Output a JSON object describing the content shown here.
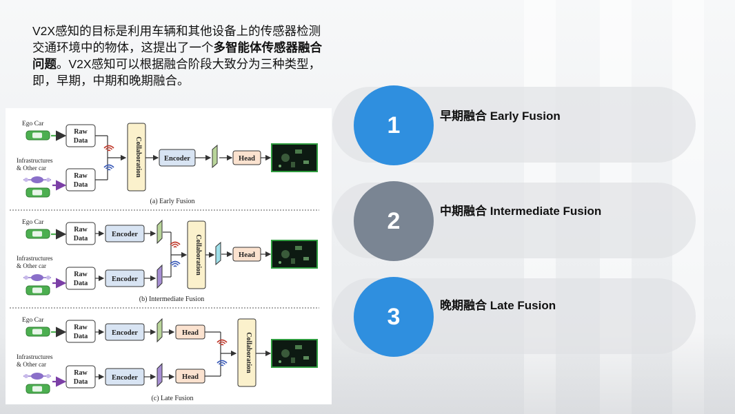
{
  "intro": {
    "part1": "V2X感知的目标是利用车辆和其他设备上的传感器检测交通环境中的物体，这提出了一个",
    "bold": "多智能体传感器融合问题",
    "part2": "。V2X感知可以根据融合阶段大致分为三种类型，即，早期，中期和晚期融合。"
  },
  "diagram": {
    "ego_car": "Ego Car",
    "infra_line1": "Infrastructures",
    "infra_line2": "& Other car",
    "raw": "Raw",
    "data": "Data",
    "encoder": "Encoder",
    "head": "Head",
    "collaboration": "Collaboration",
    "caption_a": "(a) Early Fusion",
    "caption_b": "(b) Intermediate Fusion",
    "caption_c": "(c) Late Fusion"
  },
  "items": [
    {
      "number": "1",
      "label": "早期融合 Early Fusion",
      "color": "#2f8fdf"
    },
    {
      "number": "2",
      "label": "中期融合 Intermediate Fusion",
      "color": "#7a8593"
    },
    {
      "number": "3",
      "label": "晚期融合 Late Fusion",
      "color": "#2f8fdf"
    }
  ],
  "colors": {
    "box_border": "#333333",
    "collab_fill": "#fbf1cc",
    "encoder_fill": "#d8e4f3",
    "head_fill": "#fbe2cf",
    "car_green": "#4caf50",
    "drone_purple": "#8a6fc9",
    "arrow_purple": "#7b3fa6",
    "feature_green": "#b9d59a",
    "feature_purple": "#a68ed3",
    "feature_cyan": "#9fe0ea",
    "signal_red": "#c0392b",
    "signal_blue": "#3a5bb8",
    "output_border": "#2e9b3e"
  }
}
